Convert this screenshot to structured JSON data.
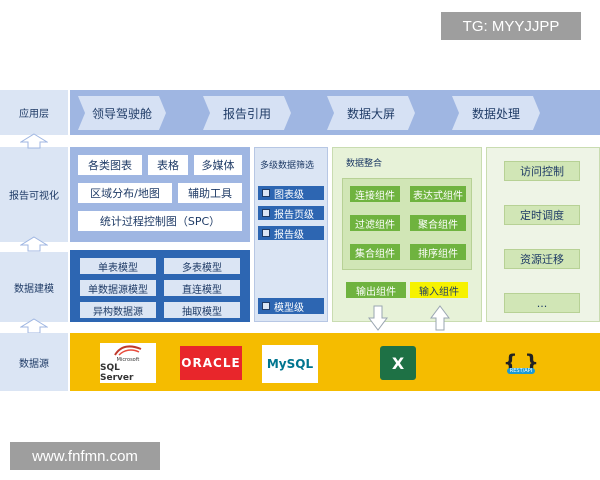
{
  "watermark_top": "TG: MYYJJPP",
  "watermark_bottom": "www.fnfmn.com",
  "layers": {
    "app": "应用层",
    "report": "报告可视化",
    "model": "数据建模",
    "source": "数据源"
  },
  "app_items": [
    "领导驾驶舱",
    "报告引用",
    "数据大屏",
    "数据处理"
  ],
  "report_items": {
    "row1": [
      "各类图表",
      "表格",
      "多媒体"
    ],
    "row2": [
      "区域分布/地图",
      "辅助工具"
    ],
    "row3": "统计过程控制图（SPC）"
  },
  "model_items": [
    [
      "单表模型",
      "多表模型"
    ],
    [
      "单数据源模型",
      "直连模型"
    ],
    [
      "异构数据源",
      "抽取模型"
    ]
  ],
  "filter": {
    "title": "多级数据筛选",
    "items": [
      "图表级",
      "报告页级",
      "报告级",
      "模型级"
    ]
  },
  "integration": {
    "title": "数据整合",
    "rows": [
      [
        "连接组件",
        "表达式组件"
      ],
      [
        "过滤组件",
        "聚合组件"
      ],
      [
        "集合组件",
        "排序组件"
      ]
    ],
    "output": "输出组件",
    "input": "输入组件"
  },
  "admin_items": [
    "访问控制",
    "定时调度",
    "资源迁移",
    "..."
  ],
  "sources": {
    "sqlserver": "SQL Server",
    "sqlserver_small": "Microsoft",
    "oracle": "ORACLE",
    "mysql": "MySQL",
    "excel": "X",
    "json": "{ }",
    "json_badge": "REST/API"
  },
  "colors": {
    "accent_blue": "#2d66b2",
    "light_blue": "#9fb6e2",
    "green": "#6fb33f",
    "yellow": "#f5bc00",
    "oracle_red": "#e8262b",
    "excel_green": "#1e7145"
  }
}
